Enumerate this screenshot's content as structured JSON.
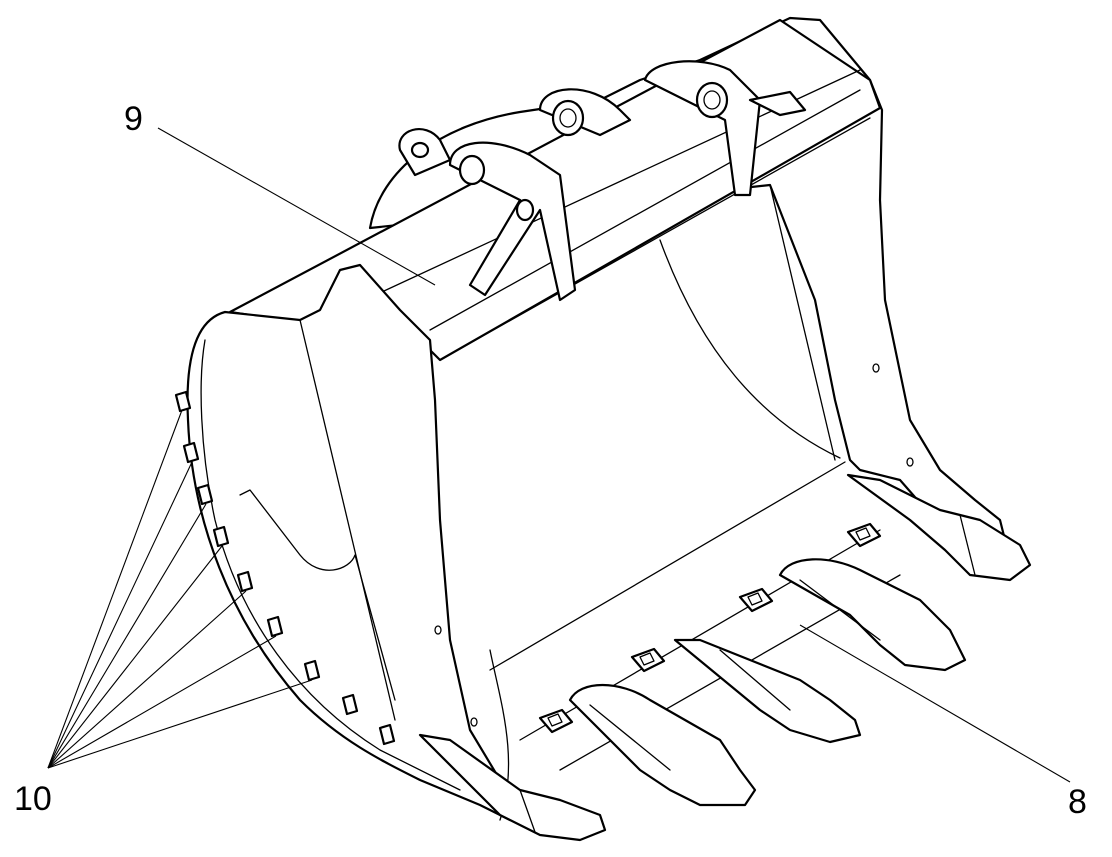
{
  "callouts": {
    "part_9": "9",
    "part_8": "8",
    "part_10": "10"
  },
  "colors": {
    "line": "#000000",
    "background": "#ffffff"
  }
}
